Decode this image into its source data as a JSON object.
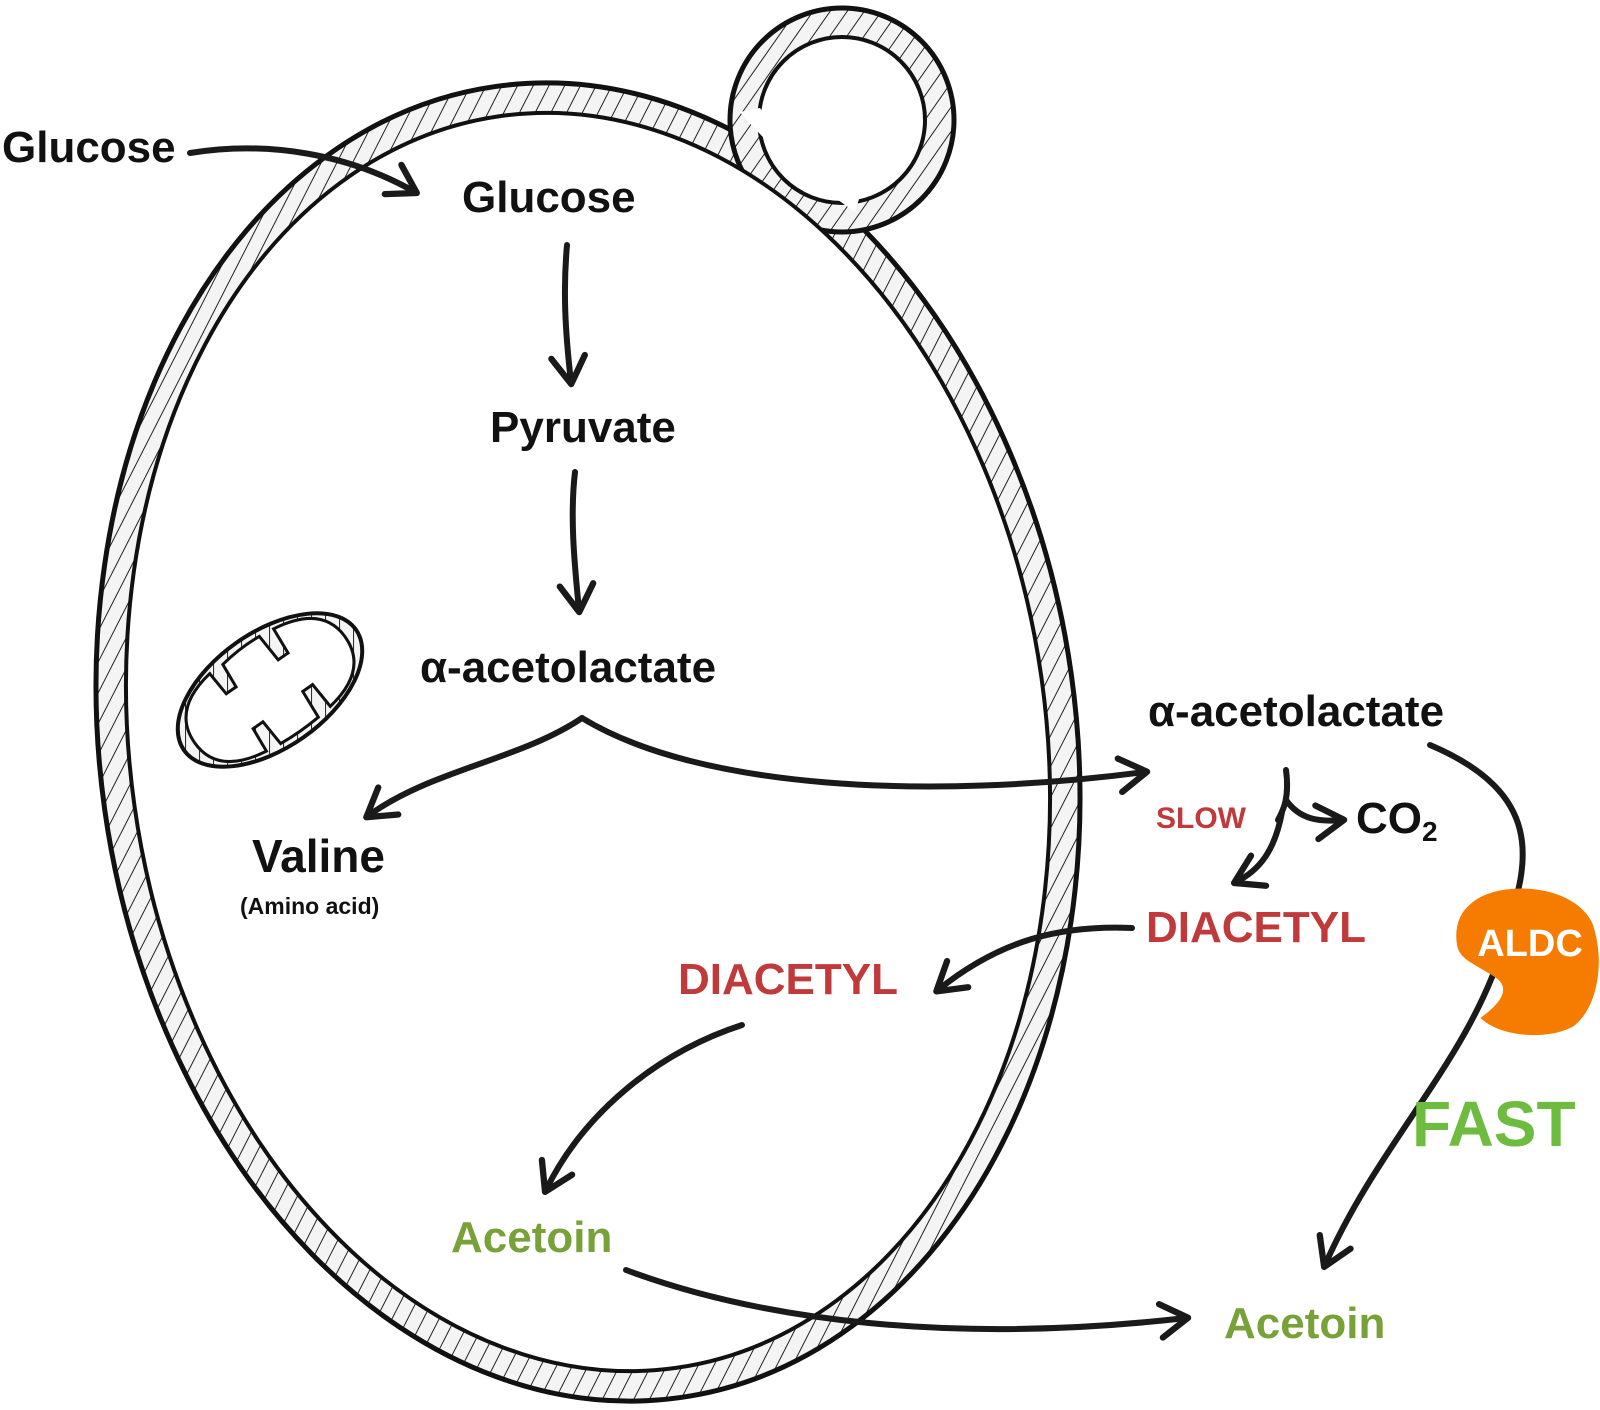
{
  "labels": {
    "glucose_outside": "Glucose",
    "glucose_inside": "Glucose",
    "pyruvate": "Pyruvate",
    "acetolactate_inside": "α-acetolactate",
    "valine": "Valine",
    "valine_note": "(Amino acid)",
    "acetolactate_outside": "α-acetolactate",
    "slow": "SLOW",
    "co2_main": "CO",
    "co2_sub": "2",
    "diacetyl_outside": "DIACETYL",
    "diacetyl_inside": "DIACETYL",
    "aldc": "ALDC",
    "fast": "FAST",
    "acetoin_inside": "Acetoin",
    "acetoin_outside": "Acetoin"
  },
  "colors": {
    "text": "#111111",
    "diacetyl": "#c0393b",
    "acetoin": "#79a13a",
    "fast": "#6dbb3f",
    "enzyme": "#f57c00"
  }
}
